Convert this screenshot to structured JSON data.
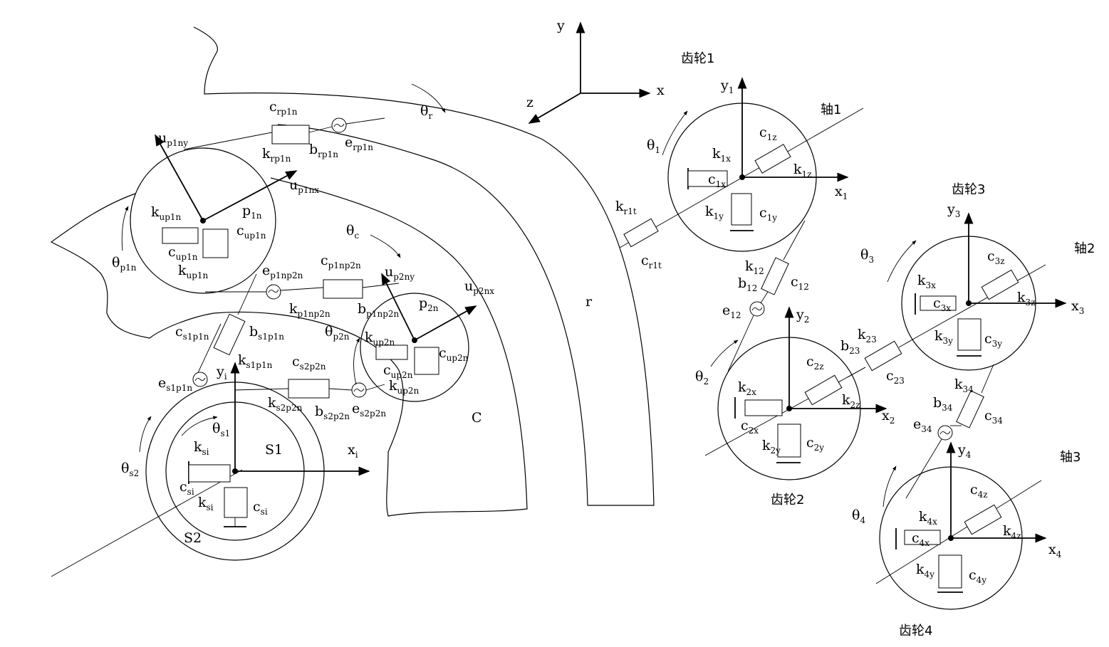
{
  "global_axes": {
    "y": "y",
    "x": "x",
    "z": "z"
  },
  "gear_names": {
    "g1": "齿轮1",
    "g2": "齿轮2",
    "g3": "齿轮3",
    "g4": "齿轮4"
  },
  "shaft_names": {
    "s1": "轴1",
    "s2": "轴2",
    "s3": "轴3"
  },
  "planetary": {
    "ring": "r",
    "carrier": "C",
    "sun1": "S1",
    "sun2": "S2",
    "theta_r": "θ",
    "theta_r_sub": "r",
    "theta_c": "θ",
    "theta_c_sub": "c",
    "theta_p1n": "θ",
    "theta_p1n_sub": "p1n",
    "theta_p2n": "θ",
    "theta_p2n_sub": "p2n",
    "theta_s1": "θ",
    "theta_s1_sub": "s1",
    "theta_s2": "θ",
    "theta_s2_sub": "s2",
    "p1n": "p",
    "p1n_sub": "1n",
    "p2n": "p",
    "p2n_sub": "2n",
    "u_p1ny": "u",
    "u_p1ny_sub": "p1ny",
    "u_p1nx": "u",
    "u_p1nx_sub": "p1nx",
    "u_p2ny": "u",
    "u_p2ny_sub": "p2ny",
    "u_p2nx": "u",
    "u_p2nx_sub": "p2nx",
    "c_rp1n": "c",
    "c_rp1n_sub": "rp1n",
    "k_rp1n": "k",
    "k_rp1n_sub": "rp1n",
    "b_rp1n": "b",
    "b_rp1n_sub": "rp1n",
    "e_rp1n": "e",
    "e_rp1n_sub": "rp1n",
    "k_up1n_a": "k",
    "k_up1n_a_sub": "up1n",
    "c_up1n_a": "c",
    "c_up1n_a_sub": "up1n",
    "c_up1n_b": "c",
    "c_up1n_b_sub": "up1n",
    "k_up1n_b": "k",
    "k_up1n_b_sub": "up1n",
    "e_p1np2n": "e",
    "e_p1np2n_sub": "p1np2n",
    "c_p1np2n": "c",
    "c_p1np2n_sub": "p1np2n",
    "k_p1np2n": "k",
    "k_p1np2n_sub": "p1np2n",
    "b_p1np2n": "b",
    "b_p1np2n_sub": "p1np2n",
    "k_up2n_a": "k",
    "k_up2n_a_sub": "up2n",
    "c_up2n_a": "c",
    "c_up2n_a_sub": "up2n",
    "c_up2n_b": "c",
    "c_up2n_b_sub": "up2n",
    "k_up2n_b": "k",
    "k_up2n_b_sub": "up2n",
    "c_s1p1n": "c",
    "c_s1p1n_sub": "s1p1n",
    "b_s1p1n": "b",
    "b_s1p1n_sub": "s1p1n",
    "k_s1p1n": "k",
    "k_s1p1n_sub": "s1p1n",
    "e_s1p1n": "e",
    "e_s1p1n_sub": "s1p1n",
    "c_s2p2n": "c",
    "c_s2p2n_sub": "s2p2n",
    "k_s2p2n": "k",
    "k_s2p2n_sub": "s2p2n",
    "b_s2p2n": "b",
    "b_s2p2n_sub": "s2p2n",
    "e_s2p2n": "e",
    "e_s2p2n_sub": "s2p2n",
    "y_i": "y",
    "y_i_sub": "i",
    "x_i": "x",
    "x_i_sub": "i",
    "k_si_a": "k",
    "k_si_a_sub": "si",
    "c_si_a": "c",
    "c_si_a_sub": "si",
    "k_si_b": "k",
    "k_si_b_sub": "si",
    "c_si_b": "c",
    "c_si_b_sub": "si"
  },
  "gear1": {
    "y": "y",
    "y_sub": "1",
    "x": "x",
    "x_sub": "1",
    "theta": "θ",
    "theta_sub": "1",
    "kx": "k",
    "kx_sub": "1x",
    "cx": "c",
    "cx_sub": "1x",
    "ky": "k",
    "ky_sub": "1y",
    "cy": "c",
    "cy_sub": "1y",
    "kz": "k",
    "kz_sub": "1z",
    "cz": "c",
    "cz_sub": "1z",
    "kr": "k",
    "kr_sub": "r1t",
    "cr": "c",
    "cr_sub": "r1t"
  },
  "mesh12": {
    "k": "k",
    "k_sub": "12",
    "b": "b",
    "b_sub": "12",
    "c": "c",
    "c_sub": "12",
    "e": "e",
    "e_sub": "12"
  },
  "gear2": {
    "y": "y",
    "y_sub": "2",
    "x": "x",
    "x_sub": "2",
    "theta": "θ",
    "theta_sub": "2",
    "kx": "k",
    "kx_sub": "2x",
    "cx": "c",
    "cx_sub": "2x",
    "ky": "k",
    "ky_sub": "2y",
    "cy": "c",
    "cy_sub": "2y",
    "kz": "k",
    "kz_sub": "2z",
    "cz": "c",
    "cz_sub": "2z"
  },
  "mesh23": {
    "k": "k",
    "k_sub": "23",
    "b": "b",
    "b_sub": "23",
    "c": "c",
    "c_sub": "23"
  },
  "gear3": {
    "y": "y",
    "y_sub": "3",
    "x": "x",
    "x_sub": "3",
    "theta": "θ",
    "theta_sub": "3",
    "kx": "k",
    "kx_sub": "3x",
    "cx": "c",
    "cx_sub": "3x",
    "ky": "k",
    "ky_sub": "3y",
    "cy": "c",
    "cy_sub": "3y",
    "kz": "k",
    "kz_sub": "3z",
    "cz": "c",
    "cz_sub": "3z"
  },
  "mesh34": {
    "k": "k",
    "k_sub": "34",
    "b": "b",
    "b_sub": "34",
    "c": "c",
    "c_sub": "34",
    "e": "e",
    "e_sub": "34"
  },
  "gear4": {
    "y": "y",
    "y_sub": "4",
    "x": "x",
    "x_sub": "4",
    "theta": "θ",
    "theta_sub": "4",
    "kx": "k",
    "kx_sub": "4x",
    "cx": "c",
    "cx_sub": "4x",
    "ky": "k",
    "ky_sub": "4y",
    "cy": "c",
    "cy_sub": "4y",
    "kz": "k",
    "kz_sub": "4z",
    "cz": "c",
    "cz_sub": "4z"
  }
}
